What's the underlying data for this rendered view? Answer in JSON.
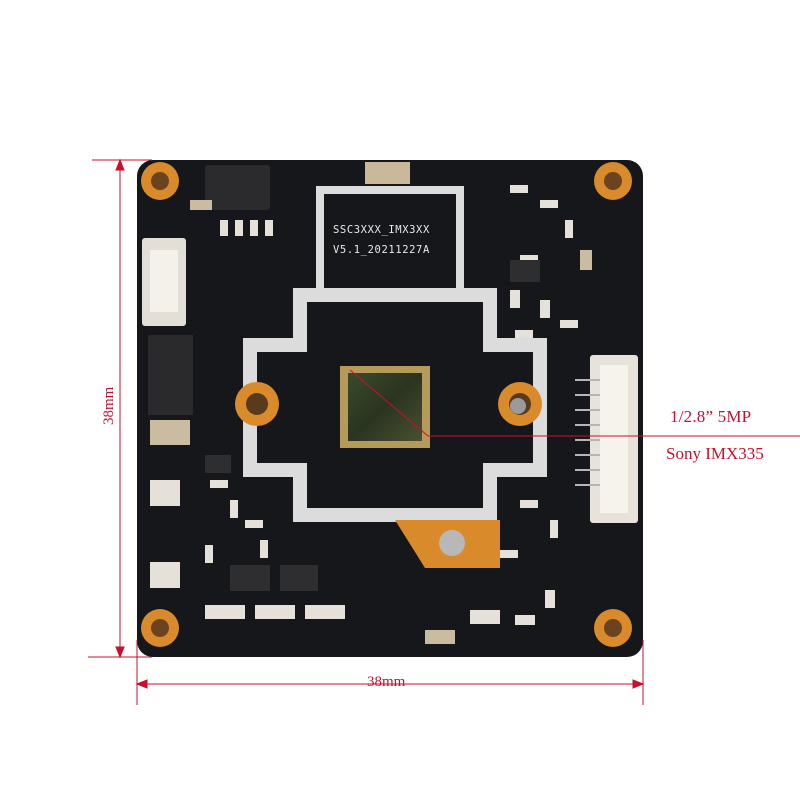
{
  "board": {
    "silkscreen_model": "SSC3XXX_IMX3XX",
    "silkscreen_version": "V5.1_20211227A"
  },
  "annotations": {
    "sensor_size": "1/2.8”  5MP",
    "sensor_model": "Sony IMX335",
    "width": "38mm",
    "height": "38mm"
  },
  "colors": {
    "pcb": "#16171a",
    "silkscreen": "#e8e8e8",
    "gold_pad": "#d98b2b",
    "annotation": "#c8102e"
  }
}
